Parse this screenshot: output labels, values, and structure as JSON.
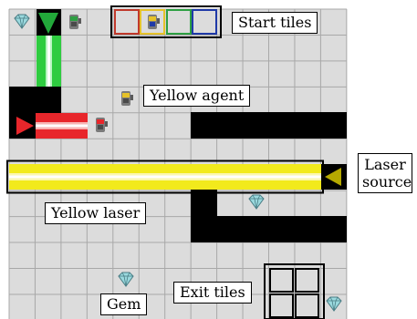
{
  "labels": {
    "start_tiles": "Start tiles",
    "yellow_agent": "Yellow agent",
    "laser_source": "Laser source",
    "yellow_laser": "Yellow laser",
    "gem": "Gem",
    "exit_tiles": "Exit tiles"
  },
  "colors": {
    "grid_bg": "#dcdcdc",
    "grid_line": "#aaaaaa",
    "wall": "#000000",
    "green_laser": "#2ecc40",
    "red_laser": "#e8262b",
    "yellow_laser": "#f2ea1c",
    "start_red": "#c0392b",
    "start_yellow": "#e6c229",
    "start_green": "#2ea043",
    "start_blue": "#1f3aa8",
    "gem_fill": "#9ad9de"
  },
  "icons": [
    "gem-icon",
    "agent-icon",
    "laser-source-icon"
  ]
}
